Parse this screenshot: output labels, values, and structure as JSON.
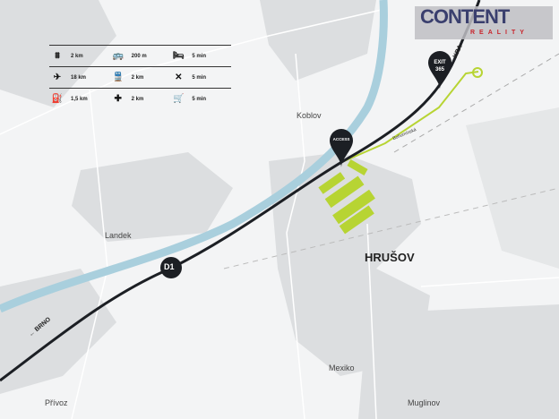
{
  "legend": [
    [
      {
        "icon": "highway-icon",
        "glyph": "⩩",
        "value": "2 km"
      },
      {
        "icon": "bus-icon",
        "glyph": "🚌",
        "value": "200 m"
      },
      {
        "icon": "hotel-icon",
        "glyph": "🛏",
        "value": "5 min"
      }
    ],
    [
      {
        "icon": "airplane-icon",
        "glyph": "✈",
        "value": "18 km"
      },
      {
        "icon": "train-icon",
        "glyph": "🚆",
        "value": "2 km"
      },
      {
        "icon": "restaurant-icon",
        "glyph": "✕",
        "value": "5 min"
      }
    ],
    [
      {
        "icon": "fuel-icon",
        "glyph": "⛽",
        "value": "1,5 km"
      },
      {
        "icon": "medical-cross-icon",
        "glyph": "✚",
        "value": "2 km"
      },
      {
        "icon": "shopping-cart-icon",
        "glyph": "🛒",
        "value": "5 min"
      }
    ]
  ],
  "logo": {
    "name": "CONTENT",
    "sub": "REALITY"
  },
  "places": {
    "koblov": "Koblov",
    "landek": "Landek",
    "hrusov": "HRUŠOV",
    "mexiko": "Mexiko",
    "muglinov": "Muglinov",
    "privoz": "Přívoz"
  },
  "roads": {
    "d1": "D1",
    "brno": "← BRNO",
    "krakow": "KRA",
    "street": "Bohumínská"
  },
  "markers": {
    "exit": "EXIT 365",
    "access": "ACCESS"
  },
  "colors": {
    "highway": "#1c1f24",
    "river": "#a9cfdd",
    "site": "#b7d433",
    "built": "#dcdee0"
  }
}
